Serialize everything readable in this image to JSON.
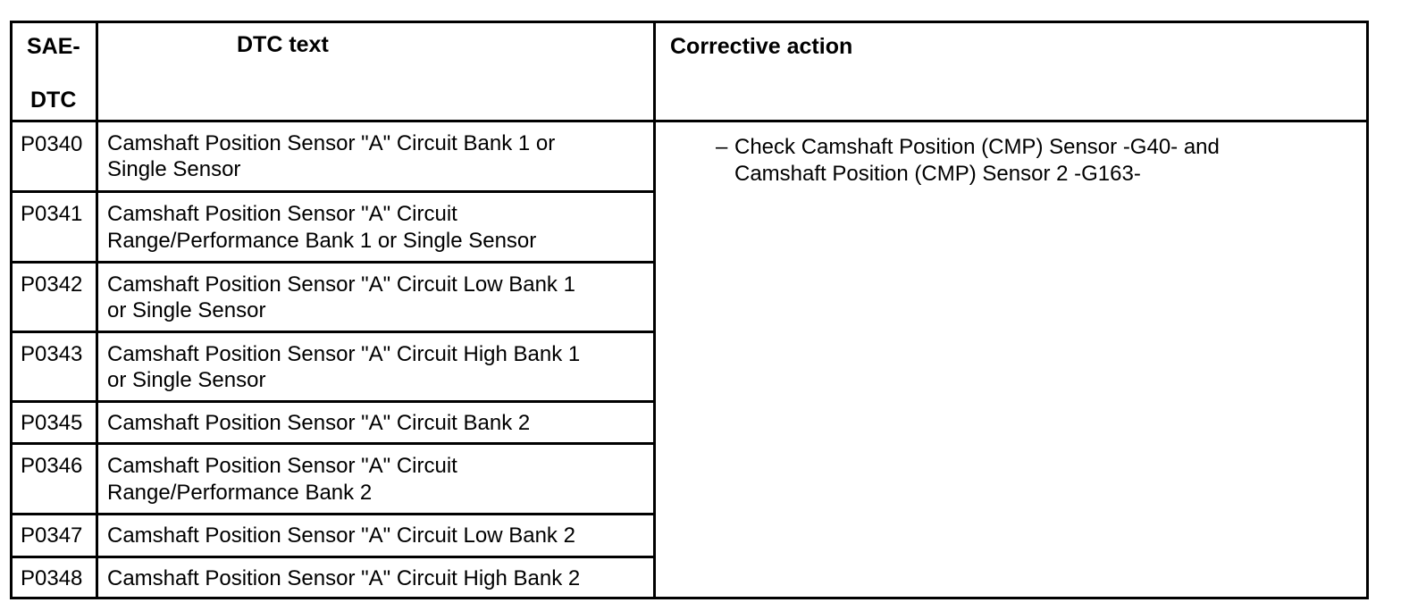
{
  "headers": {
    "col1_line1": "SAE-",
    "col1_line2": "DTC",
    "col2": "DTC text",
    "col3": "Corrective action"
  },
  "rows": [
    {
      "code": "P0340",
      "text_line1": "Camshaft Position Sensor \"A\" Circuit Bank 1 or",
      "text_line2": "Single Sensor"
    },
    {
      "code": "P0341",
      "text_line1": "Camshaft Position Sensor \"A\" Circuit",
      "text_line2": "Range/Performance Bank 1 or Single Sensor"
    },
    {
      "code": "P0342",
      "text_line1": "Camshaft Position Sensor \"A\" Circuit Low Bank 1",
      "text_line2": "or Single Sensor"
    },
    {
      "code": "P0343",
      "text_line1": "Camshaft Position Sensor \"A\" Circuit High Bank 1",
      "text_line2": "or Single Sensor"
    },
    {
      "code": "P0345",
      "text_line1": "Camshaft Position Sensor \"A\" Circuit Bank 2",
      "text_line2": ""
    },
    {
      "code": "P0346",
      "text_line1": "Camshaft Position Sensor \"A\" Circuit",
      "text_line2": "Range/Performance Bank 2"
    },
    {
      "code": "P0347",
      "text_line1": "Camshaft Position Sensor \"A\" Circuit Low Bank 2",
      "text_line2": ""
    },
    {
      "code": "P0348",
      "text_line1": "Camshaft Position Sensor \"A\" Circuit High Bank 2",
      "text_line2": ""
    }
  ],
  "corrective_action": {
    "bullet": "–",
    "line1": "Check Camshaft Position (CMP) Sensor -G40- and",
    "line2": "Camshaft Position (CMP) Sensor 2 -G163-"
  }
}
